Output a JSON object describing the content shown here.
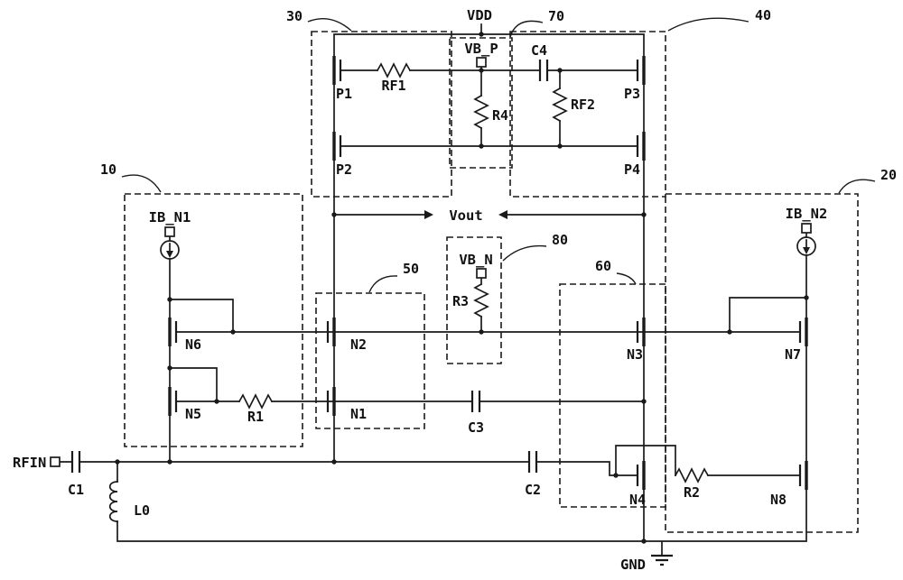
{
  "diagram": {
    "type": "circuit-schematic",
    "labels": {
      "vdd": "VDD",
      "gnd": "GND",
      "rfin": "RFIN",
      "vout": "Vout",
      "vb_p": "VB_P",
      "vb_n": "VB_N",
      "ib_n1": "IB_N1",
      "ib_n2": "IB_N2",
      "p1": "P1",
      "p2": "P2",
      "p3": "P3",
      "p4": "P4",
      "n1": "N1",
      "n2": "N2",
      "n3": "N3",
      "n4": "N4",
      "n5": "N5",
      "n6": "N6",
      "n7": "N7",
      "n8": "N8",
      "r1": "R1",
      "r2": "R2",
      "r3": "R3",
      "r4": "R4",
      "rf1": "RF1",
      "rf2": "RF2",
      "c1": "C1",
      "c2": "C2",
      "c3": "C3",
      "c4": "C4",
      "l0": "L0"
    },
    "refs": {
      "b10": "10",
      "b20": "20",
      "b30": "30",
      "b40": "40",
      "b50": "50",
      "b60": "60",
      "b70": "70",
      "b80": "80"
    },
    "blocks": [
      {
        "ref": "10",
        "contains": [
          "IB_N1",
          "N6",
          "N5",
          "R1"
        ]
      },
      {
        "ref": "20",
        "contains": [
          "IB_N2",
          "N7",
          "N8",
          "R2"
        ]
      },
      {
        "ref": "30",
        "contains": [
          "P1",
          "RF1",
          "P2"
        ]
      },
      {
        "ref": "40",
        "contains": [
          "C4",
          "P3",
          "RF2",
          "P4"
        ]
      },
      {
        "ref": "50",
        "contains": [
          "N2",
          "N1"
        ]
      },
      {
        "ref": "60",
        "contains": [
          "N3",
          "N4"
        ]
      },
      {
        "ref": "70",
        "contains": [
          "VB_P",
          "R4"
        ]
      },
      {
        "ref": "80",
        "contains": [
          "VB_N",
          "R3"
        ]
      }
    ],
    "colors": {
      "ink": "#1a1a1a",
      "background": "#ffffff"
    }
  }
}
